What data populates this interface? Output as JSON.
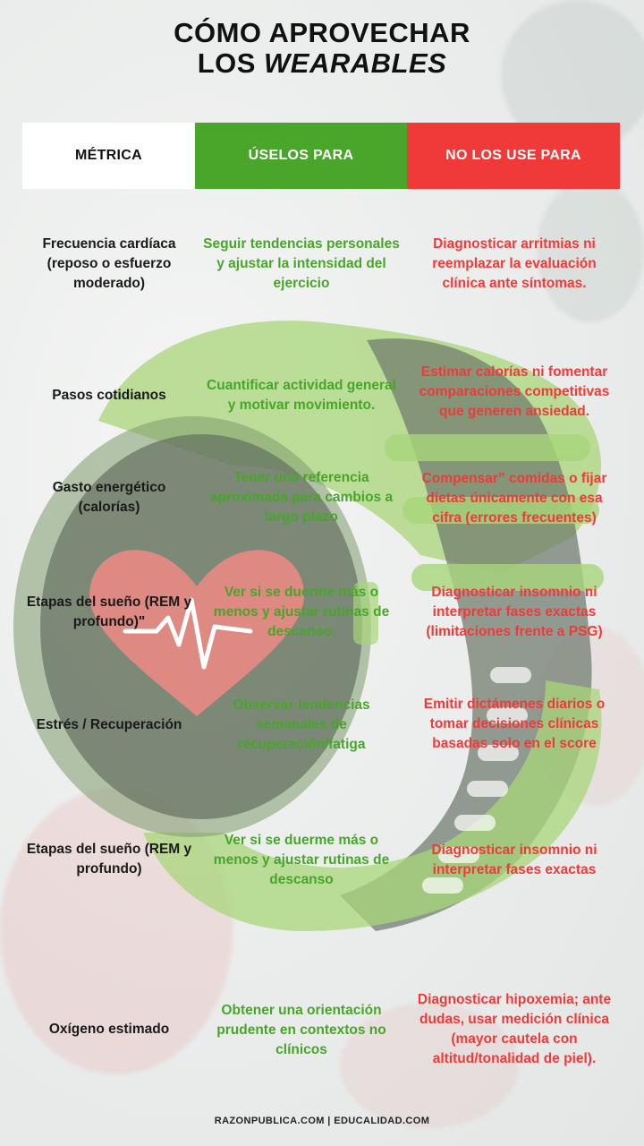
{
  "title": {
    "line1": "CÓMO APROVECHAR",
    "line2_prefix": "LOS ",
    "line2_em": "WEARABLES"
  },
  "headers": {
    "metric": "MÉTRICA",
    "use": "ÚSELOS PARA",
    "dont": "NO LOS USE PARA"
  },
  "rows": [
    {
      "metric": "Frecuencia cardíaca (reposo o esfuerzo moderado)",
      "use": "Seguir tendencias personales y ajustar la intensidad del ejercicio",
      "dont": "Diagnosticar arritmias ni reemplazar la evaluación clínica ante síntomas."
    },
    {
      "metric": "Pasos cotidianos",
      "use": "Cuantificar actividad general y motivar movimiento.",
      "dont": "Estimar calorías ni fomentar comparaciones competitivas que generen ansiedad."
    },
    {
      "metric": "Gasto energético (calorías)",
      "use": "Tener una referencia aproximada para cambios a largo plazo",
      "dont": "Compensar” comidas o fijar dietas únicamente con esa cifra (errores frecuentes)"
    },
    {
      "metric": "Etapas del sueño (REM y profundo)\"",
      "use": "Ver si se duerme más o menos y ajustar rutinas de descanso.",
      "dont": "Diagnosticar insomnio ni interpretar fases exactas (limitaciones frente a PSG)"
    },
    {
      "metric": "Estrés / Recuperación",
      "use": "Observar tendencias semanales de recuperación/fatiga",
      "dont": "Emitir dictámenes diarios o tomar decisiones clínicas basadas solo en el score"
    },
    {
      "metric": "Etapas del sueño (REM y profundo)",
      "use": "Ver si se duerme más o menos y ajustar rutinas de descanso",
      "dont": "Diagnosticar insomnio ni interpretar fases exactas"
    },
    {
      "metric": "Oxígeno estimado",
      "use": "Obtener una orientación prudente en contextos no clínicos",
      "dont": "Diagnosticar hipoxemia; ante dudas, usar medición clínica (mayor cautela con altitud/tonalidad de piel)."
    }
  ],
  "footer": "RAZONPUBLICA.COM | EDUCALIDAD.COM",
  "colors": {
    "green": "#4aa62a",
    "red": "#f03a3a",
    "watch_green": "#a8d67a",
    "watch_gray": "#6f7a6c",
    "heart": "#f08a84"
  }
}
